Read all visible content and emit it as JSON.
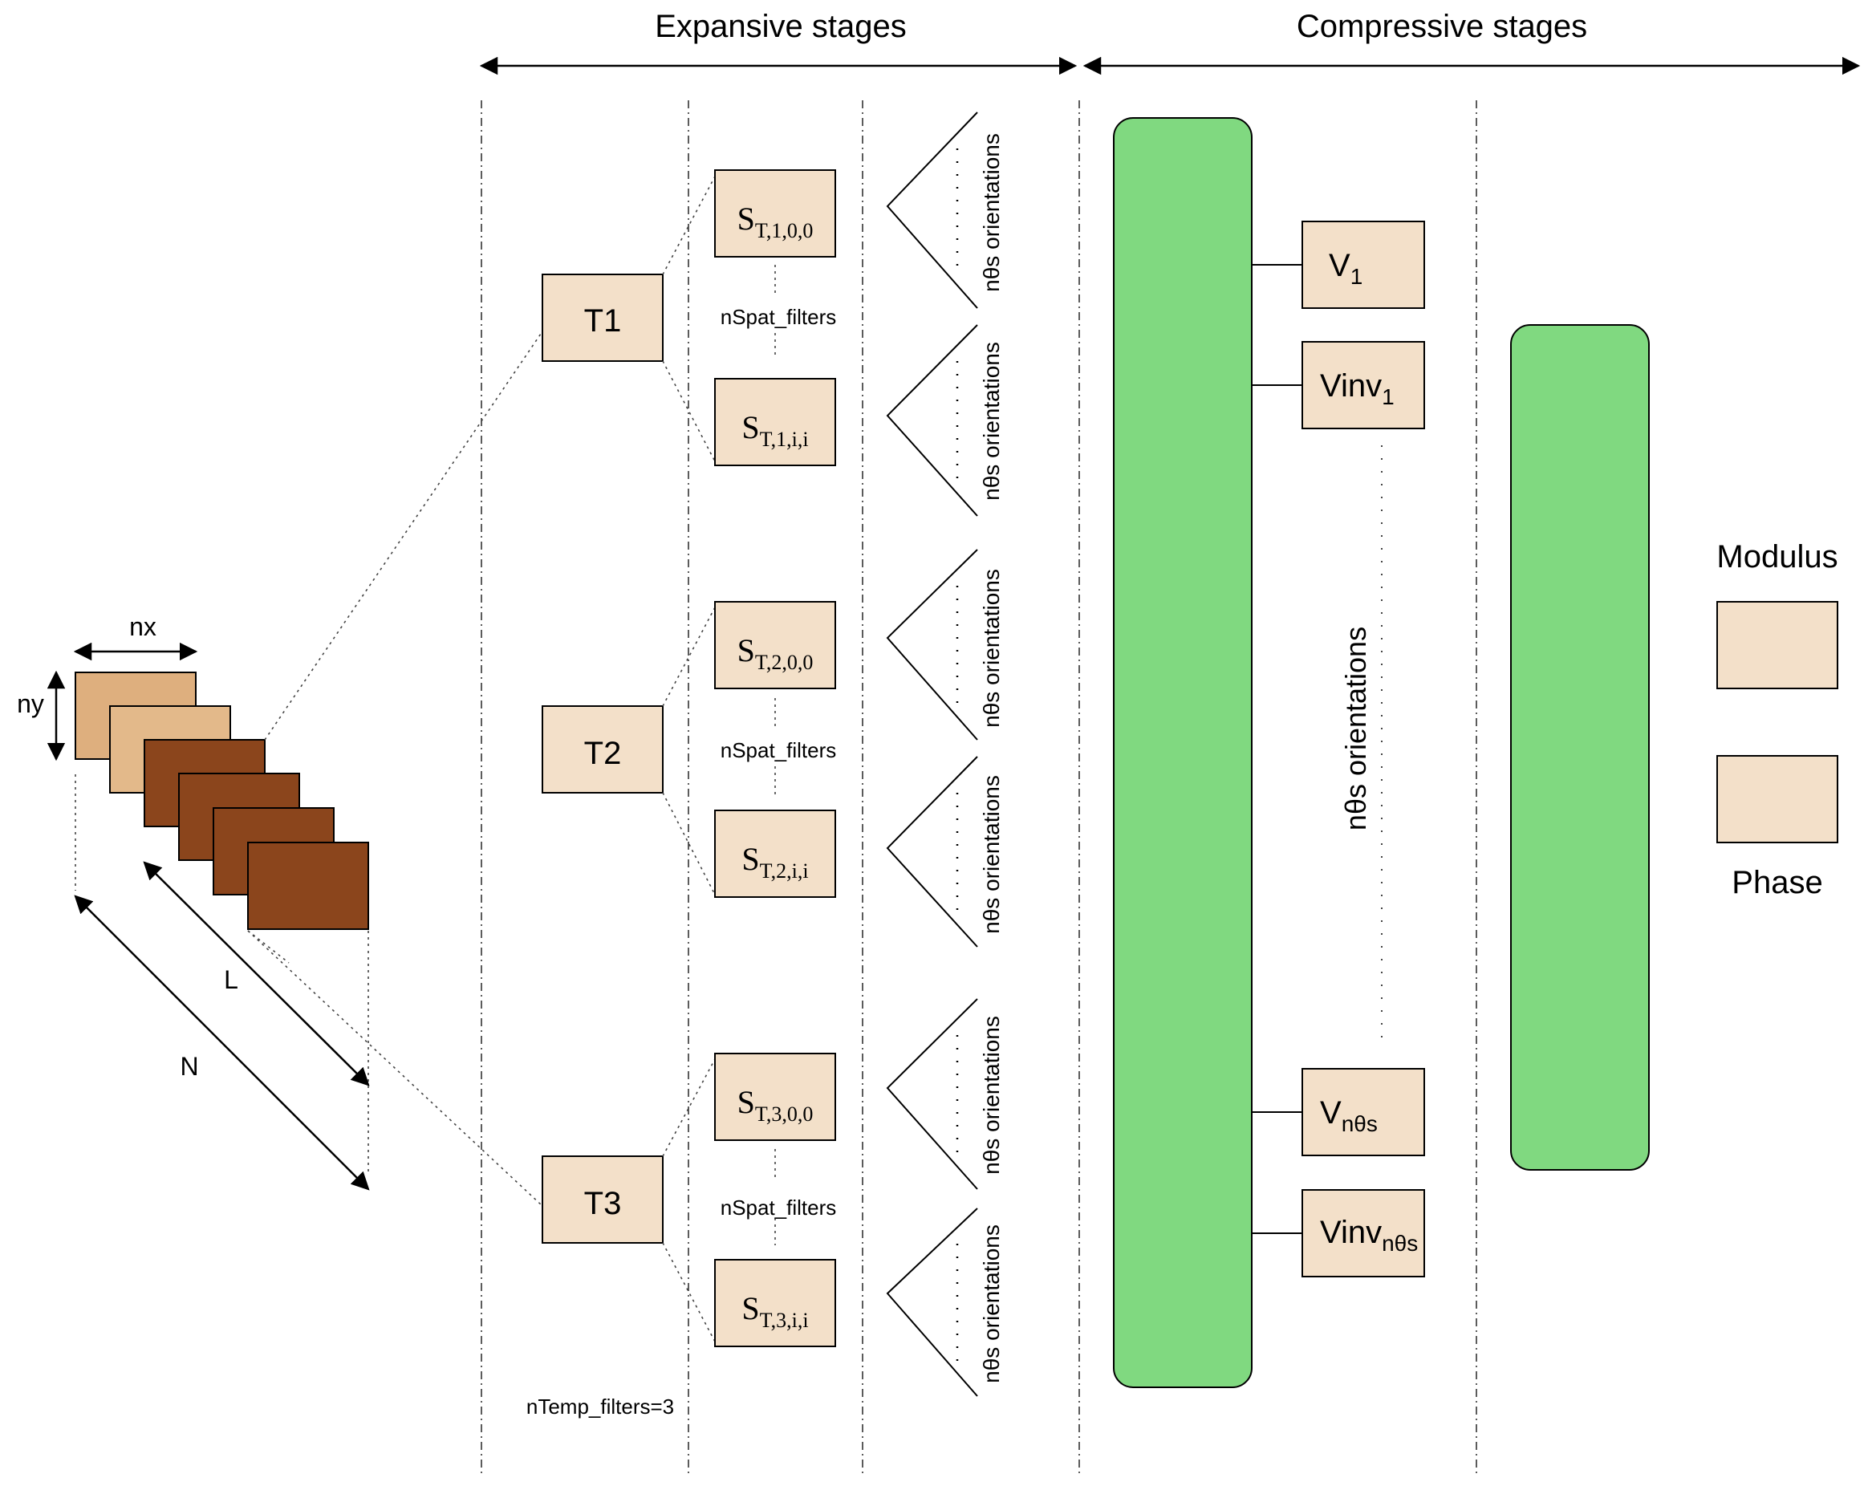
{
  "header": {
    "expansive": "Expansive stages",
    "compressive": "Compressive stages"
  },
  "input": {
    "nx": "nx",
    "ny": "ny",
    "L": "L",
    "N": "N"
  },
  "temporal": {
    "T1": "T1",
    "T2": "T2",
    "T3": "T3",
    "count_label": "nTemp_filters=3"
  },
  "spatial": {
    "base": "S",
    "subs": [
      "T,1,0,0",
      "T,1,i,i",
      "T,2,0,0",
      "T,2,i,i",
      "T,3,0,0",
      "T,3,i,i"
    ],
    "between_label": "nSpat_filters"
  },
  "orientation_label": "nθs orientations",
  "compressive": {
    "base_v": "V",
    "base_vinv": "Vinv",
    "sub_1": "1",
    "sub_n": "nθs",
    "middle_label": "nθs orientations"
  },
  "output": {
    "modulus": "Modulus",
    "phase": "Phase"
  },
  "colors": {
    "box_fill": "#f3e0c9",
    "green": "#80d980",
    "frame_light": "#deaf7e",
    "frame_mid": "#e3b98a",
    "frame_dark": "#8b451c"
  }
}
